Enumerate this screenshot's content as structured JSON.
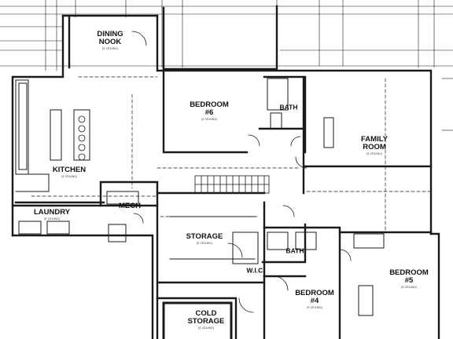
{
  "rooms": {
    "dining_nook": {
      "name": "DINING\nNOOK",
      "ceiling": "(9' CEILING)"
    },
    "bedroom6": {
      "name": "BEDROOM\n#6",
      "ceiling": "(9' CEILING)"
    },
    "bath_upper": {
      "name": "BATH"
    },
    "family_room": {
      "name": "FAMILY\nROOM",
      "ceiling": "(9' CEILING)"
    },
    "kitchen": {
      "name": "KITCHEN",
      "ceiling": "(9' CEILING)"
    },
    "laundry": {
      "name": "LAUNDRY",
      "ceiling": "(9' CEILING)"
    },
    "mech": {
      "name": "MECH"
    },
    "storage": {
      "name": "STORAGE",
      "ceiling": "(9' CEILING)"
    },
    "bath_lower": {
      "name": "BATH"
    },
    "bedroom5": {
      "name": "BEDROOM\n#5",
      "ceiling": "(9' CEILING)"
    },
    "wic": {
      "name": "W.I.C."
    },
    "bedroom4": {
      "name": "BEDROOM\n#4",
      "ceiling": "(9' CEILING)"
    },
    "cold_storage": {
      "name": "COLD\nSTORAGE",
      "ceiling": "(9' CEILING)"
    }
  },
  "colors": {
    "line": "#1a1a1a",
    "background": "#ffffff"
  }
}
